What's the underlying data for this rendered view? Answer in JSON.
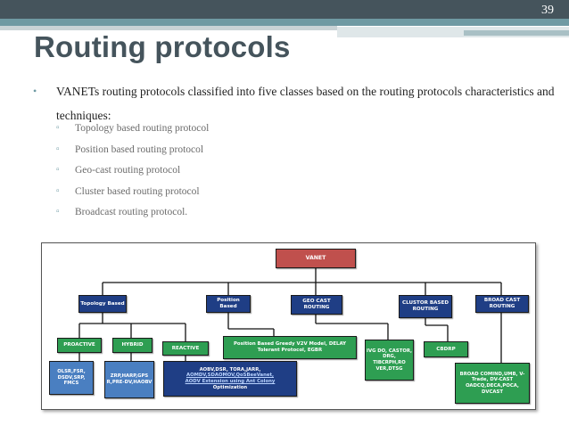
{
  "slide": {
    "number": "39",
    "title": "Routing protocols",
    "bullet_mark": "•",
    "bullet": "VANETs routing protocols classified into five classes based on the routing protocols characteristics and techniques:",
    "sub_mark": "▫",
    "sub_items": [
      "Topology based routing protocol",
      "Position based routing protocol",
      "Geo-cast routing protocol",
      "Cluster based routing protocol",
      "Broadcast routing protocol."
    ]
  },
  "diagram": {
    "root": "VANET",
    "classes": {
      "topology": "Topology Based",
      "position": "Position Based",
      "geocast": "GEO CAST ROUTING",
      "cluster": "CLUSTOR BASED ROUTING",
      "broadcast": "BROAD CAST ROUTING"
    },
    "subclasses": {
      "proactive": "PROACTIVE",
      "hybrid": "HYBRID",
      "reactive": "REACTIVE"
    },
    "leaves": {
      "proactive_list": "OLSR,FSR, DSDV,SRP, FMCS",
      "hybrid_list": "ZRP,HARP,GPS R,PRE-DV,HAOBV",
      "reactive_line1": "AOBV,DSR, TORA,JARR,",
      "reactive_line2": "AOMDV,SDAOMOV,QoSBeeVanet,",
      "reactive_line3": "AODV Extension using Ant Colony",
      "reactive_line4": "Optimization",
      "position_list": "Position Based Greedy V2V Model, DELAY Tolerant Protocol, EGBR",
      "geocast_list": "IVG DO, CASTOR, DRG, TIBCRPH,RO VER,DTSG",
      "cluster_list": "CBDRP",
      "broadcast_list": "BROAD COMIND,UMB, V-Trade, DV-CAST OADCQ,DECA,POCA, DVCAST"
    },
    "colors": {
      "root": "#c0504d",
      "class": "#1f3e85",
      "subclass": "#2e9e52",
      "leaf": "#4a7fc1"
    }
  }
}
